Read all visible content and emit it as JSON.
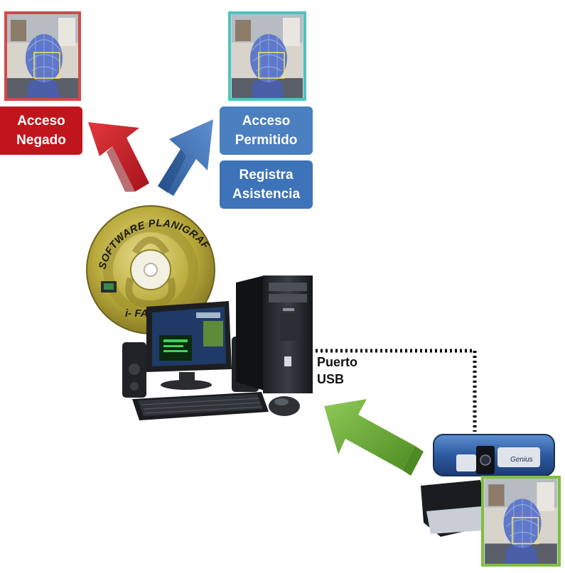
{
  "labels": {
    "denied": "Acceso Negado",
    "granted": "Acceso Permitido",
    "attendance": "Registra Asistencia",
    "usb_port": "Puerto USB"
  },
  "cd": {
    "title": "SOFTWARE PLANIGRAFO INPDAT",
    "version": "i- FACES 8.8"
  },
  "webcam": {
    "brand": "Genius"
  },
  "colors": {
    "denied": "#c0151d",
    "granted": "#4a7fc0",
    "attendance": "#3d73b8",
    "green_frame": "#7fbf3f",
    "red_frame": "#d24a4a",
    "teal_frame": "#4fc3bf",
    "green_arrow": "#74b640",
    "blue_arrow": "#3f6fb0",
    "red_arrow": "#c71c22"
  }
}
